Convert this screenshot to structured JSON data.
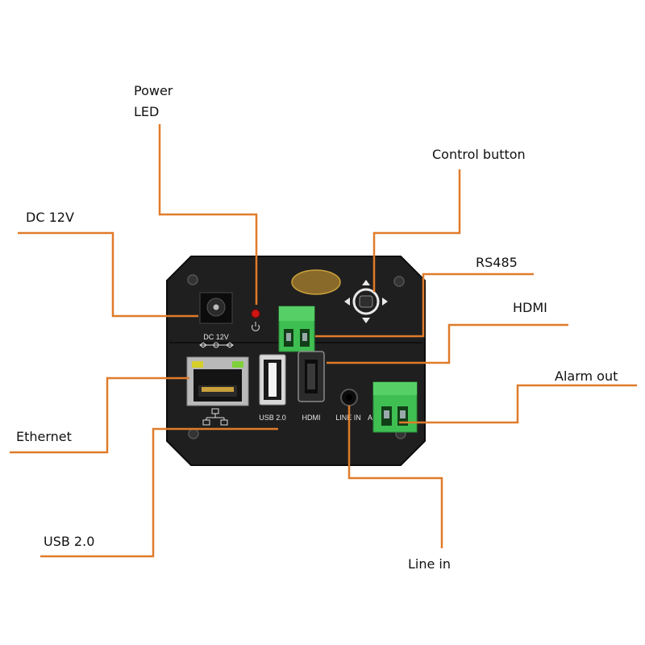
{
  "labels": {
    "power_led": [
      "Power",
      "LED"
    ],
    "dc_12v": "DC 12V",
    "control_button": "Control button",
    "rs485": "RS485",
    "hdmi": "HDMI",
    "alarm_out": "Alarm out",
    "ethernet": "Ethernet",
    "usb20": "USB 2.0",
    "line_in": "Line in"
  },
  "panel_print": {
    "dc": "DC 12V",
    "usb": "USB 2.0",
    "hdmi": "HDMI",
    "line_in": "LINE IN",
    "alarm": "AL"
  },
  "colors": {
    "leader": "#e07b2a",
    "panel": "#222222",
    "panel_edge": "#111111",
    "terminal_green": "#3fbf52",
    "led_red": "#d01515",
    "ethernet_led_yellow": "#d6cf2a",
    "ethernet_led_green": "#7fd13b",
    "rj45_gold": "#c9a13c"
  },
  "icons": [
    "power-symbol-icon",
    "network-icon",
    "dpad-control-icon",
    "dc-polarity-icon"
  ]
}
